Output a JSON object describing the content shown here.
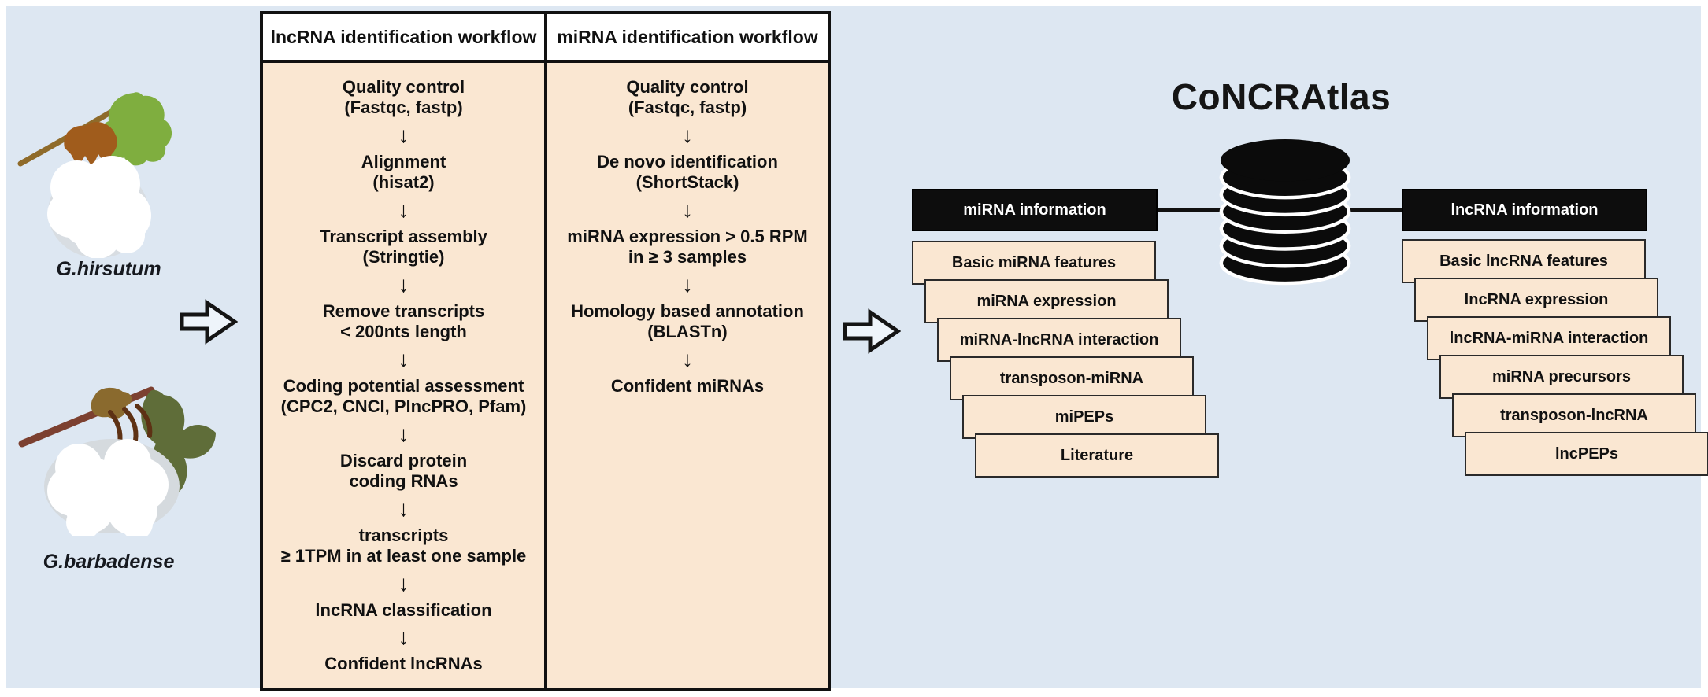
{
  "colors": {
    "background": "#dde7f2",
    "panel_fill": "#fae7d2",
    "header_black": "#0d0d0d",
    "text": "#111111"
  },
  "glyphs": {
    "down_arrow": "↓"
  },
  "species": {
    "top": "G.hirsutum",
    "bottom": "G.barbadense"
  },
  "workflow": {
    "lncrna": {
      "header": "lncRNA identification workflow",
      "steps": [
        "Quality control\n(Fastqc, fastp)",
        "Alignment\n(hisat2)",
        "Transcript assembly\n(Stringtie)",
        "Remove transcripts\n< 200nts length",
        "Coding potential assessment\n(CPC2, CNCI, PlncPRO, Pfam)",
        "Discard protein\ncoding RNAs",
        "transcripts\n≥ 1TPM in at least one sample",
        "lncRNA classification",
        "Confident lncRNAs"
      ]
    },
    "mirna": {
      "header": "miRNA identification workflow",
      "steps": [
        "Quality control\n(Fastqc, fastp)",
        "De novo identification\n(ShortStack)",
        "miRNA expression > 0.5 RPM\nin ≥ 3 samples",
        "Homology based annotation\n(BLASTn)",
        "Confident miRNAs"
      ]
    }
  },
  "database": {
    "title": "CoNCRAtlas",
    "mirna_panel": {
      "header": "miRNA information",
      "items": [
        "Basic miRNA features",
        "miRNA expression",
        "miRNA-lncRNA interaction",
        "transposon-miRNA",
        "miPEPs",
        "Literature"
      ]
    },
    "lncrna_panel": {
      "header": "lncRNA information",
      "items": [
        "Basic lncRNA features",
        "lncRNA expression",
        "lncRNA-miRNA interaction",
        "miRNA precursors",
        "transposon-lncRNA",
        "lncPEPs"
      ]
    }
  }
}
